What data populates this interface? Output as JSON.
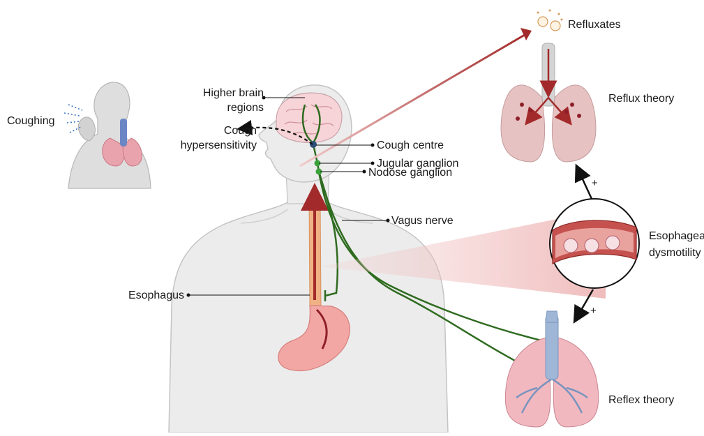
{
  "labels": {
    "coughing": "Coughing",
    "higher_brain_1": "Higher brain",
    "higher_brain_2": "regions",
    "cough_hyper_1": "Cough",
    "cough_hyper_2": "hypersensitivity",
    "cough_centre": "Cough centre",
    "jugular_ganglion": "Jugular ganglion",
    "nodose_ganglion": "Nodose ganglion",
    "vagus_nerve": "Vagus nerve",
    "esophagus": "Esophagus",
    "refluxates": "Refluxates",
    "reflux_theory": "Reflux theory",
    "esophageal_1": "Esophageal",
    "esophageal_2": "dysmotility",
    "reflex_theory": "Reflex theory",
    "plus": "+"
  },
  "colors": {
    "nerve": "#2e6b1f",
    "reflux_arrow": "#a32a2a",
    "body": "#ececec",
    "body_outline": "#c4c4c4",
    "lung_reflex": "#f2b8c0",
    "lung_reflux": "#e6c2c2",
    "trachea": "#9fb6d6",
    "esophagus": "#f0b184",
    "stomach": "#f3a7a4",
    "ganglion": "#3aa23a"
  },
  "icons": [
    "coughing-person-icon",
    "brain-icon",
    "stomach-icon",
    "lungs-icon",
    "droplet-icon"
  ]
}
